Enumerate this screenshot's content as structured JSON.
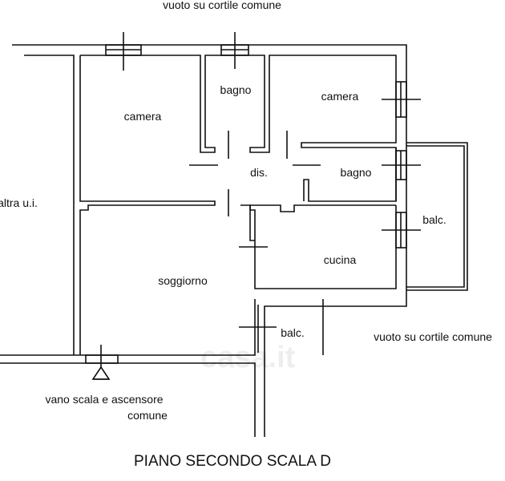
{
  "title": "PIANO SECONDO SCALA D",
  "watermark": "casa.it",
  "labels": {
    "top_outside": "vuoto su cortile comune",
    "right_outside": "vuoto su cortile comune",
    "left_outside": "altra u.i.",
    "stair_line1": "vano scala e ascensore",
    "stair_line2": "comune"
  },
  "rooms": [
    {
      "name": "camera"
    },
    {
      "name": "bagno"
    },
    {
      "name": "camera"
    },
    {
      "name": "dis."
    },
    {
      "name": "bagno"
    },
    {
      "name": "balc."
    },
    {
      "name": "cucina"
    },
    {
      "name": "soggiorno"
    },
    {
      "name": "balc."
    }
  ]
}
